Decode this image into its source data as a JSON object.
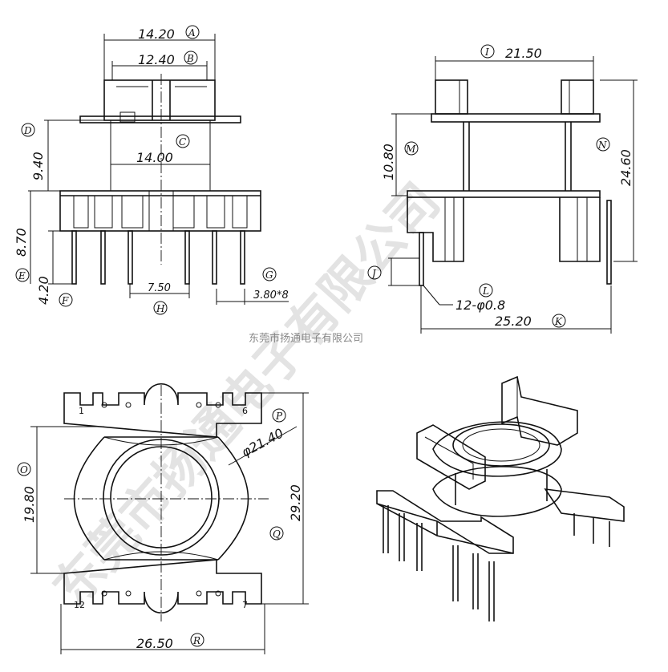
{
  "watermark": "东莞市扬通电子有限公司",
  "caption": "东莞市扬通电子有限公司",
  "front_view": {
    "dims": {
      "A": "14.20",
      "B": "12.40",
      "C": "14.00",
      "D": "9.40",
      "E": "8.70",
      "F": "4.20",
      "G": "3.80*8",
      "H": "7.50"
    },
    "labels": {
      "A": "A",
      "B": "B",
      "C": "C",
      "D": "D",
      "E": "E",
      "F": "F",
      "G": "G",
      "H": "H"
    }
  },
  "side_view": {
    "dims": {
      "I": "21.50",
      "M": "10.80",
      "N": "24.60",
      "K": "25.20",
      "L": "12-φ0.8",
      "J": ""
    },
    "labels": {
      "I": "I",
      "J": "J",
      "K": "K",
      "L": "L",
      "M": "M",
      "N": "N"
    }
  },
  "top_view": {
    "dims": {
      "P": "φ21.40",
      "O": "19.80",
      "Q": "29.20",
      "R": "26.50"
    },
    "labels": {
      "P": "P",
      "O": "O",
      "Q": "Q",
      "R": "R"
    },
    "pins": {
      "p1": "1",
      "p6": "6",
      "p12": "12",
      "p7": "7"
    }
  }
}
